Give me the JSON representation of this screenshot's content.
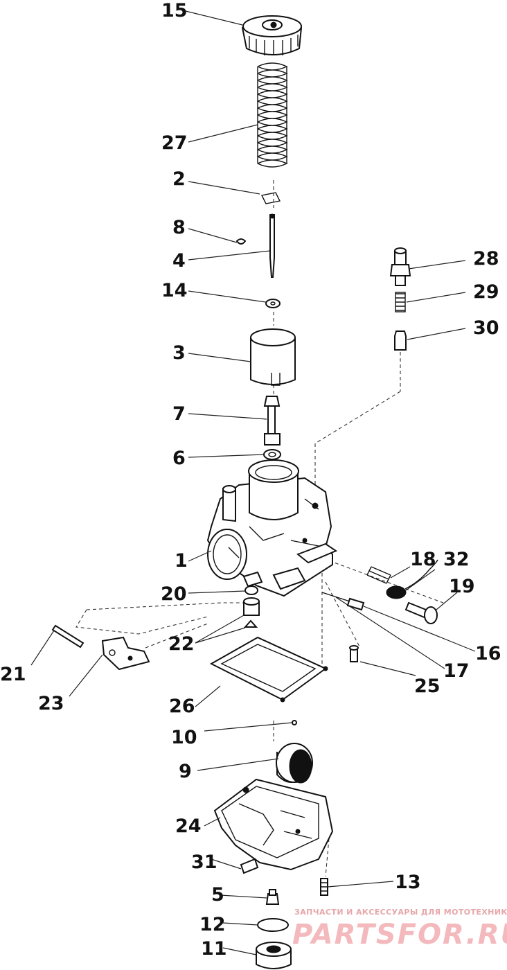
{
  "callouts": [
    {
      "id": "c15",
      "text": "15"
    },
    {
      "id": "c27",
      "text": "27"
    },
    {
      "id": "c2",
      "text": "2"
    },
    {
      "id": "c8",
      "text": "8"
    },
    {
      "id": "c4",
      "text": "4"
    },
    {
      "id": "c14",
      "text": "14"
    },
    {
      "id": "c3",
      "text": "3"
    },
    {
      "id": "c7",
      "text": "7"
    },
    {
      "id": "c6",
      "text": "6"
    },
    {
      "id": "c1",
      "text": "1"
    },
    {
      "id": "c20",
      "text": "20"
    },
    {
      "id": "c22",
      "text": "22"
    },
    {
      "id": "c21",
      "text": "21"
    },
    {
      "id": "c23",
      "text": "23"
    },
    {
      "id": "c26",
      "text": "26"
    },
    {
      "id": "c10",
      "text": "10"
    },
    {
      "id": "c9",
      "text": "9"
    },
    {
      "id": "c24",
      "text": "24"
    },
    {
      "id": "c31",
      "text": "31"
    },
    {
      "id": "c5",
      "text": "5"
    },
    {
      "id": "c12",
      "text": "12"
    },
    {
      "id": "c11",
      "text": "11"
    },
    {
      "id": "c13",
      "text": "13"
    },
    {
      "id": "c28",
      "text": "28"
    },
    {
      "id": "c29",
      "text": "29"
    },
    {
      "id": "c30",
      "text": "30"
    },
    {
      "id": "c18",
      "text": "18"
    },
    {
      "id": "c32",
      "text": "32"
    },
    {
      "id": "c19",
      "text": "19"
    },
    {
      "id": "c16",
      "text": "16"
    },
    {
      "id": "c17",
      "text": "17"
    },
    {
      "id": "c25",
      "text": "25"
    }
  ],
  "watermark": {
    "tagline": "ЗАПЧАСТИ И АКСЕССУАРЫ ДЛЯ МОТОТЕХНИКИ",
    "logo": "PARTSFOR.RU"
  },
  "colors": {
    "ink": "#111111",
    "watermark": "#f3b9bd"
  }
}
